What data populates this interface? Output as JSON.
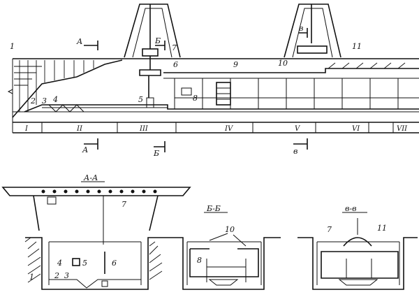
{
  "top_view": {
    "section_markers": {
      "a": "А",
      "b": "Б",
      "v": "в"
    },
    "part_labels": [
      "1",
      "2",
      "3",
      "4",
      "5",
      "6",
      "7",
      "8",
      "9",
      "10",
      "11"
    ],
    "stages": [
      "I",
      "II",
      "III",
      "IV",
      "V",
      "VI",
      "VII"
    ]
  },
  "sections": {
    "aa": {
      "title": "А-А",
      "labels": [
        "7",
        "4",
        "5",
        "6",
        "1",
        "2",
        "3"
      ]
    },
    "bb": {
      "title": "Б-Б",
      "labels": [
        "10",
        "8"
      ]
    },
    "vv": {
      "title": "в-в",
      "labels": [
        "7",
        "11"
      ]
    }
  }
}
